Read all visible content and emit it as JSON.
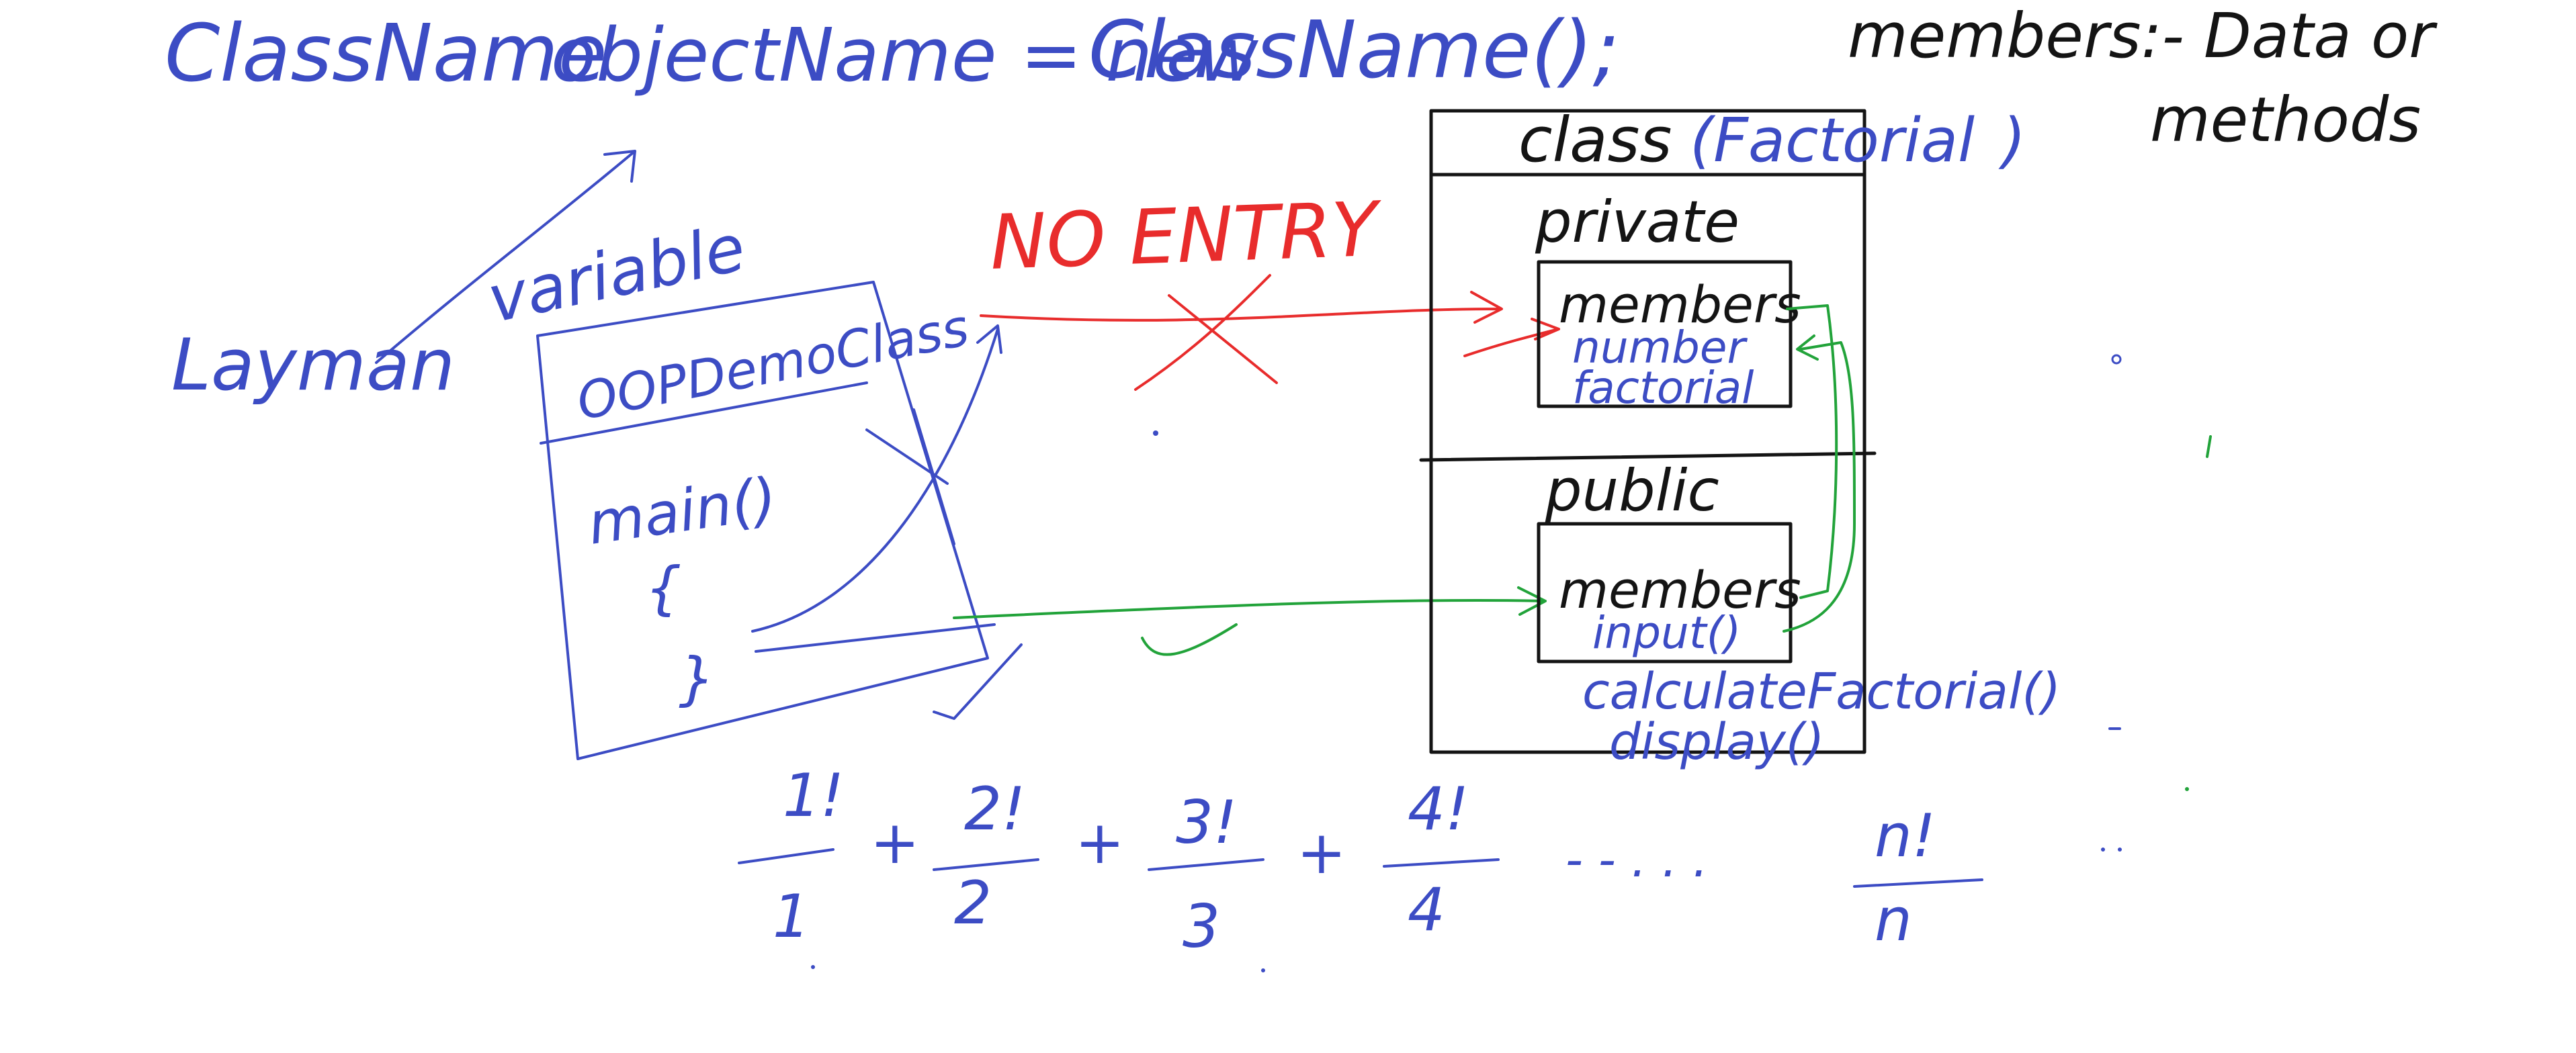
{
  "header": {
    "syntax_left": "ClassName",
    "syntax_object": "objectName = new",
    "syntax_right": "ClassName();"
  },
  "members_note": {
    "line1": "members:- Data or",
    "line2": "methods"
  },
  "left": {
    "layman": "Layman",
    "variable": "variable"
  },
  "demo_class": {
    "name": "OOPDemoClass",
    "method": "main()",
    "open_brace": "{",
    "close_brace": "}"
  },
  "no_entry": "NO ENTRY",
  "class_box": {
    "label": "class",
    "name_paren": "(Factorial",
    "close_paren": ")",
    "private_label": "private",
    "private_members_title": "members",
    "private_members": [
      "number",
      "factorial"
    ],
    "public_label": "public",
    "public_members_title": "members",
    "public_members": [
      "input()",
      "calculateFactorial()",
      "display()"
    ]
  },
  "series": {
    "terms": [
      {
        "num": "1!",
        "den": "1"
      },
      {
        "num": "2!",
        "den": "2"
      },
      {
        "num": "3!",
        "den": "3"
      },
      {
        "num": "4!",
        "den": "4"
      }
    ],
    "plus": "+",
    "ellipsis": "- - . . .",
    "last": {
      "num": "n!",
      "den": "n"
    }
  },
  "colors": {
    "blue_ink": "#3c4cc4",
    "black_ink": "#141414",
    "red_ink": "#e82c2c",
    "green_ink": "#22a33a"
  }
}
